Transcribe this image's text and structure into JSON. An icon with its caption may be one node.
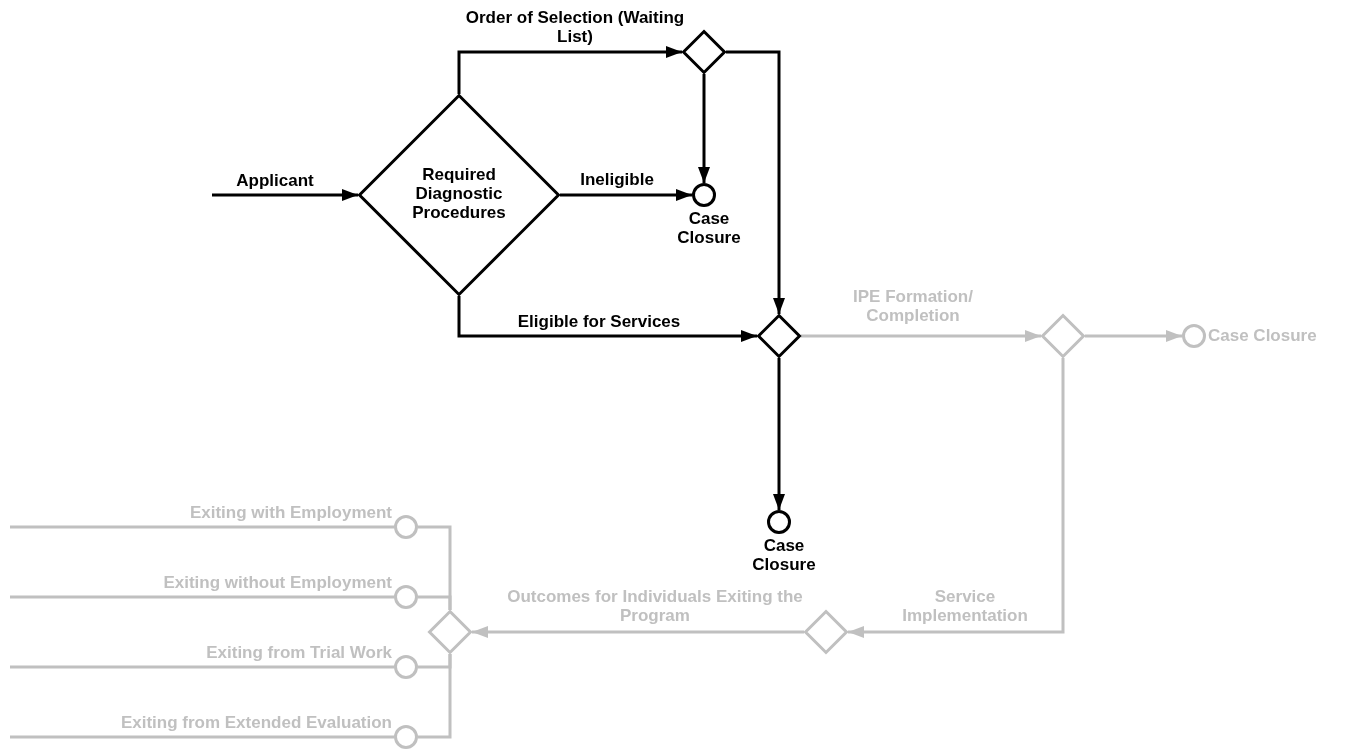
{
  "diagram": {
    "nodes": [
      {
        "text": [
          "Required Diagnostic Procedures"
        ]
      },
      {
        "text": [],
        "shape": "diamond"
      },
      {
        "text": [],
        "shape": "circle",
        "beside": [
          "Case Closure"
        ]
      },
      {
        "text": [],
        "shape": "diamond"
      },
      {
        "text": [],
        "shape": "circle",
        "beside": [
          "Case Closure"
        ]
      },
      {
        "text": [],
        "shape": "diamond"
      },
      {
        "text": [],
        "shape": "circle",
        "beside": [
          "Case Closure"
        ]
      },
      {
        "text": [],
        "shape": "diamond"
      },
      {
        "text": [],
        "shape": "diamond"
      },
      {
        "text": [],
        "shape": "circle",
        "beside": [
          "Exiting with Employment"
        ]
      },
      {
        "text": [],
        "shape": "circle",
        "beside": [
          "Exiting without Employment"
        ]
      },
      {
        "text": [],
        "shape": "circle",
        "beside": [
          "Exiting from Trial Work"
        ]
      },
      {
        "text": [],
        "shape": "circle",
        "beside": [
          "Exiting from Extended Evaluation"
        ]
      }
    ],
    "edges": [
      {
        "from": null,
        "to": 0,
        "arrow": "to",
        "label": "Applicant",
        "color": "#000000"
      },
      {
        "from": 0,
        "to": 1,
        "arrow": "to",
        "label": "Order of Selection (Waiting List)",
        "color": "#000000"
      },
      {
        "from": 0,
        "to": 2,
        "arrow": "to",
        "label": "Ineligible",
        "color": "#000000"
      },
      {
        "from": 0,
        "to": 3,
        "arrow": "to",
        "label": "Eligible for Services",
        "color": "#000000"
      },
      {
        "from": 1,
        "to": 2,
        "arrow": "to",
        "color": "#000000"
      },
      {
        "from": 1,
        "to": 3,
        "arrow": "to",
        "color": "#000000"
      },
      {
        "from": 3,
        "to": 4,
        "arrow": "to",
        "color": "#000000"
      },
      {
        "from": 3,
        "to": 5,
        "arrow": "to",
        "label": "IPE Formation/ Completion"
      },
      {
        "from": 5,
        "to": 6,
        "arrow": "to"
      },
      {
        "from": 5,
        "to": 7,
        "arrow": "to",
        "label": "Service Implementation"
      },
      {
        "from": 7,
        "to": 8,
        "arrow": "to",
        "label": "Outcomes for Individuals Exiting the Program"
      },
      {
        "from": 8,
        "to": 9,
        "arrow": "none"
      },
      {
        "from": 8,
        "to": 10,
        "arrow": "none"
      },
      {
        "from": 8,
        "to": 11,
        "arrow": "none"
      },
      {
        "from": 8,
        "to": 12,
        "arrow": "none"
      },
      {
        "from": 9,
        "to": null,
        "arrow": "none"
      },
      {
        "from": 10,
        "to": null,
        "arrow": "none"
      },
      {
        "from": 11,
        "to": null,
        "arrow": "none"
      },
      {
        "from": 12,
        "to": null,
        "arrow": "none"
      }
    ]
  }
}
